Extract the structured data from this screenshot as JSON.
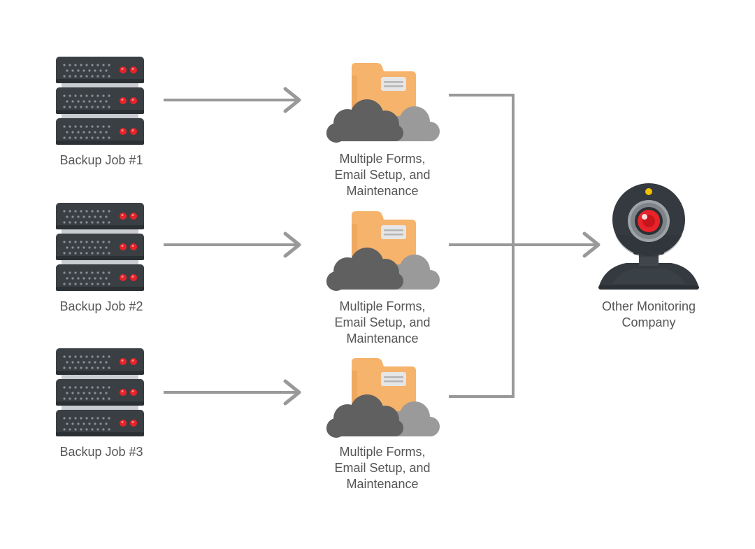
{
  "colors": {
    "background": "#ffffff",
    "server_body": "#3a3f44",
    "server_dark": "#2b3034",
    "server_dots": "#8a9096",
    "led": "#e8232a",
    "arrow": "#999999",
    "folder": "#f6b36c",
    "folder_dark": "#e89e52",
    "folder_tab_label": "#d9d9d9",
    "cloud_dark": "#606060",
    "cloud_light": "#9a9a9a",
    "webcam_body": "#343a3f",
    "webcam_ring": "#9ea3a8",
    "webcam_lens": "#e8232a",
    "webcam_indicator": "#f2c200",
    "label_text": "#555555"
  },
  "sources": [
    {
      "icon": "server-icon",
      "label": "Backup Job #1"
    },
    {
      "icon": "server-icon",
      "label": "Backup Job #2"
    },
    {
      "icon": "server-icon",
      "label": "Backup Job #3"
    }
  ],
  "processes": [
    {
      "icon": "folder-cloud-icon",
      "label": "Multiple Forms,\nEmail Setup, and\nMaintenance"
    },
    {
      "icon": "folder-cloud-icon",
      "label": "Multiple Forms,\nEmail Setup, and\nMaintenance"
    },
    {
      "icon": "folder-cloud-icon",
      "label": "Multiple Forms,\nEmail Setup, and\nMaintenance"
    }
  ],
  "target": {
    "icon": "webcam-icon",
    "label": "Other Monitoring\nCompany"
  }
}
